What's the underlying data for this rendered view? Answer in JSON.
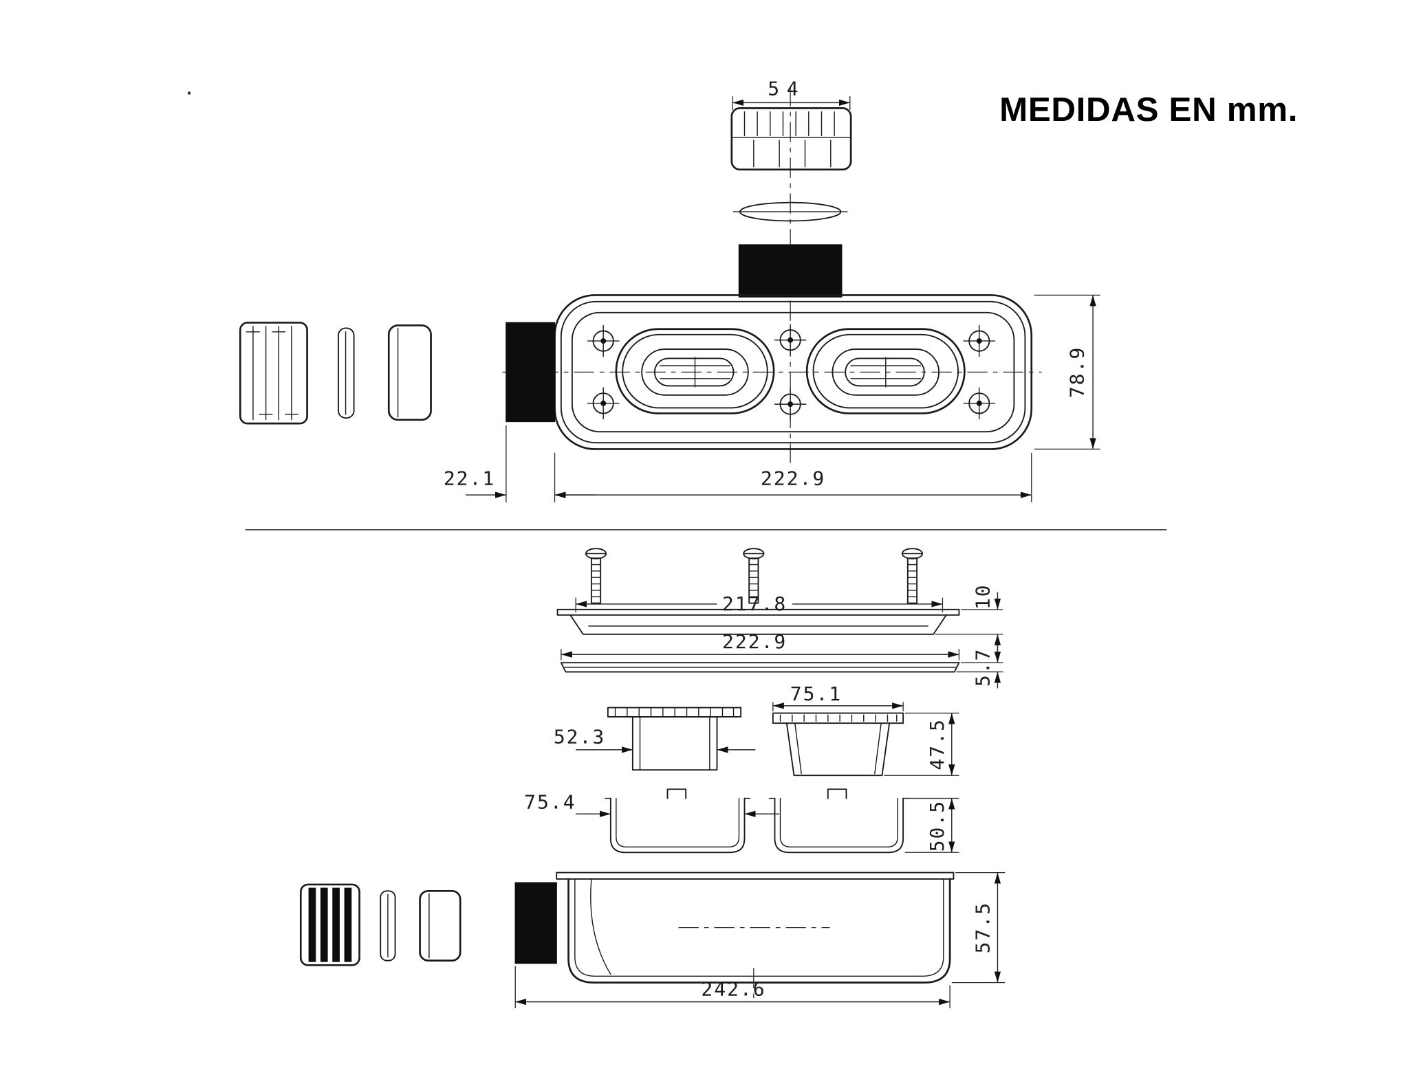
{
  "title": "MEDIDAS EN  mm.",
  "stray_mark": ".",
  "dims": {
    "cap_width": "54",
    "connector_offset": "22.1",
    "body_length": "222.9",
    "body_width": "78.9",
    "grate_length": "217.8",
    "grate_height": "10",
    "seal_length": "222.9",
    "seal_height": "5.7",
    "insert_small_width": "52.3",
    "insert_large_width": "75.1",
    "insert_height": "47.5",
    "cup_width": "75.4",
    "cup_height": "50.5",
    "base_length": "242.6",
    "base_height": "57.5"
  }
}
